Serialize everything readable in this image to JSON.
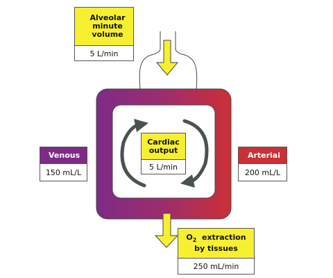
{
  "alveolar": {
    "title_line1": "Alveolar",
    "title_line2": "minute",
    "title_line3": "volume",
    "value": "5 L/min"
  },
  "cardiac": {
    "title_line1": "Cardiac",
    "title_line2": "output",
    "value": "5 L/min"
  },
  "venous": {
    "title": "Venous",
    "value": "150 mL/L"
  },
  "arterial": {
    "title": "Arterial",
    "value": "200 mL/L"
  },
  "extraction": {
    "o2_letter": "O",
    "o2_subscript": "2",
    "title_rest": "extraction",
    "title_line2": "by tissues",
    "value": "250 mL/min"
  },
  "colors": {
    "yellow": "#f7f030",
    "venous_purple": "#7d2b86",
    "arterial_red": "#cc2f36",
    "arrow_gray": "#4a5250"
  }
}
